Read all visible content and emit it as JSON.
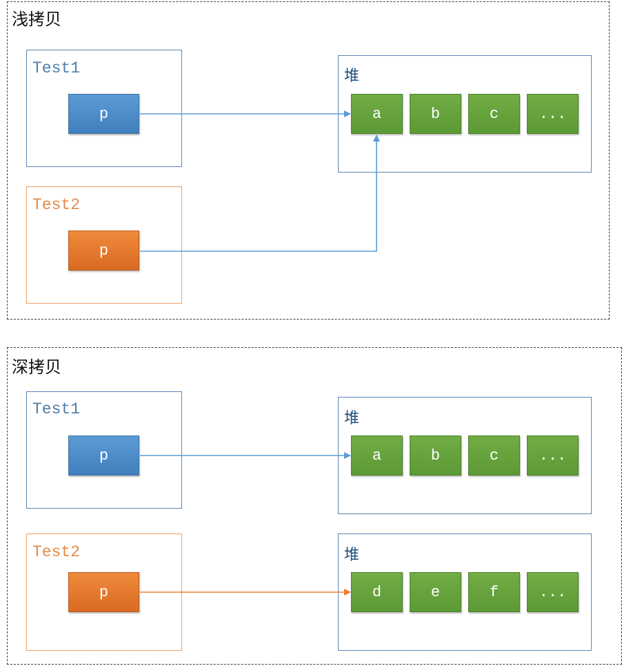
{
  "colors": {
    "blue": "#5b9bd5",
    "orange": "#ed7d31",
    "green": "#70ad47"
  },
  "shallow": {
    "title": "浅拷贝",
    "test1": {
      "label": "Test1",
      "pointer": "p"
    },
    "test2": {
      "label": "Test2",
      "pointer": "p"
    },
    "heap": {
      "title": "堆",
      "cells": [
        "a",
        "b",
        "c",
        "..."
      ]
    }
  },
  "deep": {
    "title": "深拷贝",
    "test1": {
      "label": "Test1",
      "pointer": "p"
    },
    "test2": {
      "label": "Test2",
      "pointer": "p"
    },
    "heap1": {
      "title": "堆",
      "cells": [
        "a",
        "b",
        "c",
        "..."
      ]
    },
    "heap2": {
      "title": "堆",
      "cells": [
        "d",
        "e",
        "f",
        "..."
      ]
    }
  }
}
